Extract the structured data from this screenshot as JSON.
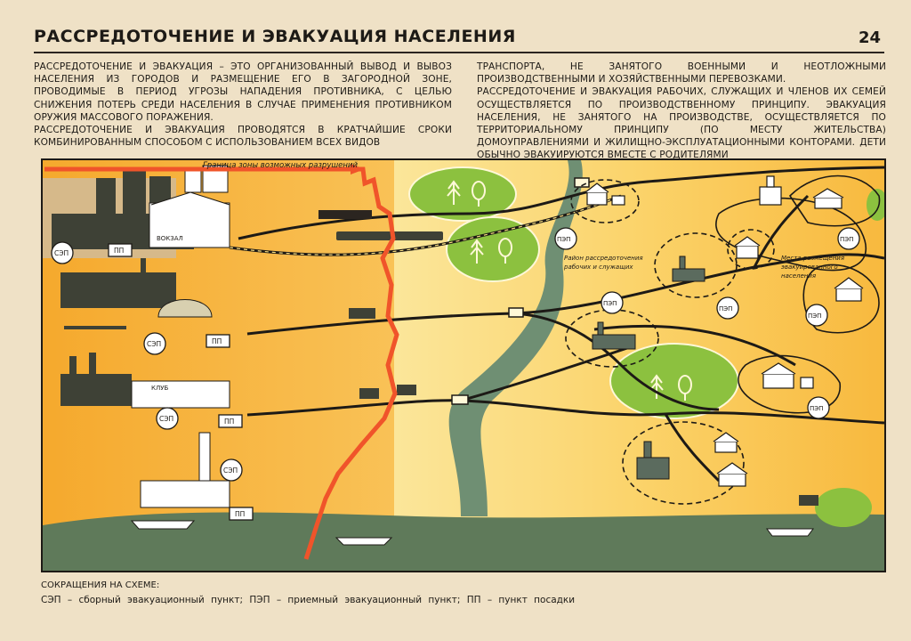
{
  "header": {
    "title": "РАССРЕДОТОЧЕНИЕ И ЭВАКУАЦИЯ НАСЕЛЕНИЯ",
    "page_number": "24"
  },
  "body_text": {
    "left": [
      "Рассредоточение и эвакуация – это организованный вывод и вывоз населения из городов и размещение его в загородной зоне, проводимые в период угрозы нападения противника, с целью снижения потерь среди населения в случае применения противником оружия массового поражения.",
      "Рассредоточение и эвакуация проводятся в кратчайшие сроки комбинированным способом с использованием всех видов"
    ],
    "right": [
      "транспорта, не занятого военными и неотложными производственными и хозяйственными перевозками.",
      "Рассредоточение и эвакуация рабочих, служащих и членов их семей осуществляется по производственному принципу. Эвакуация населения, не занятого на производстве, осуществляется по территориальному принципу (по месту жительства) домоуправлениями и жилищно-эксплуатационными конторами. Дети обычно эвакуируются вместе с родителями"
    ]
  },
  "diagram": {
    "zone_border_label": "Граница зоны возможных разрушений",
    "dispersal_area_label": [
      "Район рассредоточения",
      "рабочих и служащих"
    ],
    "evac_places_label": [
      "Места размещения",
      "эвакуированного",
      "населения"
    ],
    "station_sign": "ВОКЗАЛ",
    "club_sign": "КЛУБ",
    "sep": "СЭП",
    "pep": "ПЭП",
    "pp": "ПП",
    "colors": {
      "danger_zone": "#f7b73a",
      "safe_zone": "#fbe083",
      "forest": "#8cc13f",
      "river": "#6f8f73",
      "sea": "#5f7a5a",
      "border_line": "#f0542a",
      "roads": "#1d1a16"
    }
  },
  "legend": {
    "title": "Сокращения на схеме:",
    "text": "СЭП – сборный эвакуационный пункт; ПЭП – приемный эвакуационный пункт; ПП – пункт посадки"
  }
}
